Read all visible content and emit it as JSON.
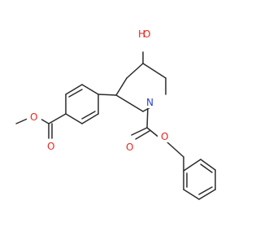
{
  "structure": {
    "colors": {
      "bond": "#2b2b2b",
      "oxygen": "#e8251b",
      "nitrogen": "#2c3fd6"
    },
    "atom_labels": {
      "hydroxyl": "OH",
      "hydroxyl_h": "H",
      "hydroxyl_o": "O",
      "ring_nitrogen": "N",
      "carbamate_carbonyl_o": "O",
      "carbamate_ether_o": "O",
      "ester_carbonyl_o": "O",
      "ester_ether_o": "O"
    }
  }
}
